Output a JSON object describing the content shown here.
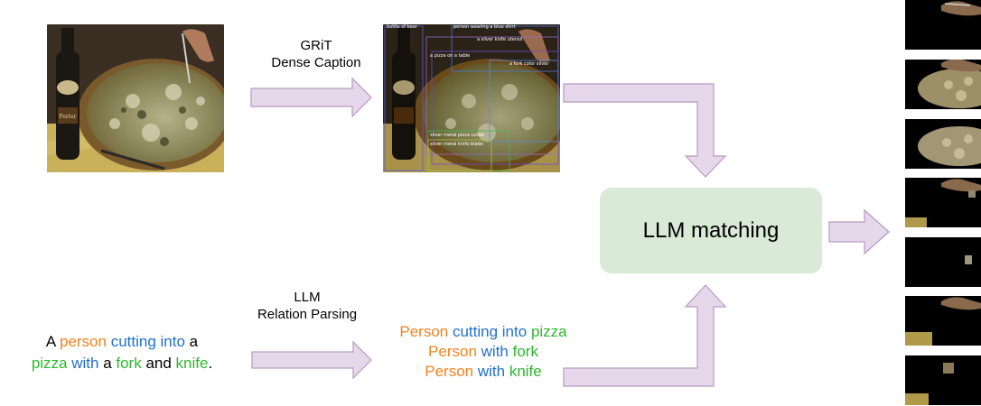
{
  "grit_label": {
    "line1": "GRiT",
    "line2": "Dense Caption"
  },
  "parsing_label": {
    "line1": "LLM",
    "line2": "Relation Parsing"
  },
  "matching_label": "LLM matching",
  "sentence": {
    "line1": [
      {
        "text": "A ",
        "role": "plain"
      },
      {
        "text": "person",
        "role": "object"
      },
      {
        "text": " ",
        "role": "plain"
      },
      {
        "text": "cutting into",
        "role": "relation"
      },
      {
        "text": " a",
        "role": "plain"
      }
    ],
    "line2": [
      {
        "text": "pizza",
        "role": "target"
      },
      {
        "text": " ",
        "role": "plain"
      },
      {
        "text": "with",
        "role": "relation"
      },
      {
        "text": " a ",
        "role": "plain"
      },
      {
        "text": "fork",
        "role": "target"
      },
      {
        "text": " and ",
        "role": "plain"
      },
      {
        "text": "knife",
        "role": "target"
      },
      {
        "text": ".",
        "role": "plain"
      }
    ]
  },
  "relations": [
    {
      "subject": "Person",
      "relation": "cutting into",
      "object": "pizza"
    },
    {
      "subject": "Person",
      "relation": "with",
      "object": "fork"
    },
    {
      "subject": "Person",
      "relation": "with",
      "object": "knife"
    }
  ],
  "dense_captions": [
    "bottle of beer",
    "person wearing a blue shirt",
    "a silver knife utensil",
    "a pizza on a table",
    "a fork color silver",
    "silver metal pizza cutter",
    "silver metal knife blade"
  ],
  "colors": {
    "object": "#f58220",
    "relation": "#1f6fd1",
    "target": "#2db82d",
    "arrow_fill": "#e6d7ea",
    "arrow_stroke": "#b79ac4",
    "box_fill": "#d9ead6"
  },
  "icons": [
    "pizza-photo",
    "annotated-pizza-photo",
    "arrow-right-icon",
    "arrow-down-icon",
    "arrow-up-icon"
  ]
}
